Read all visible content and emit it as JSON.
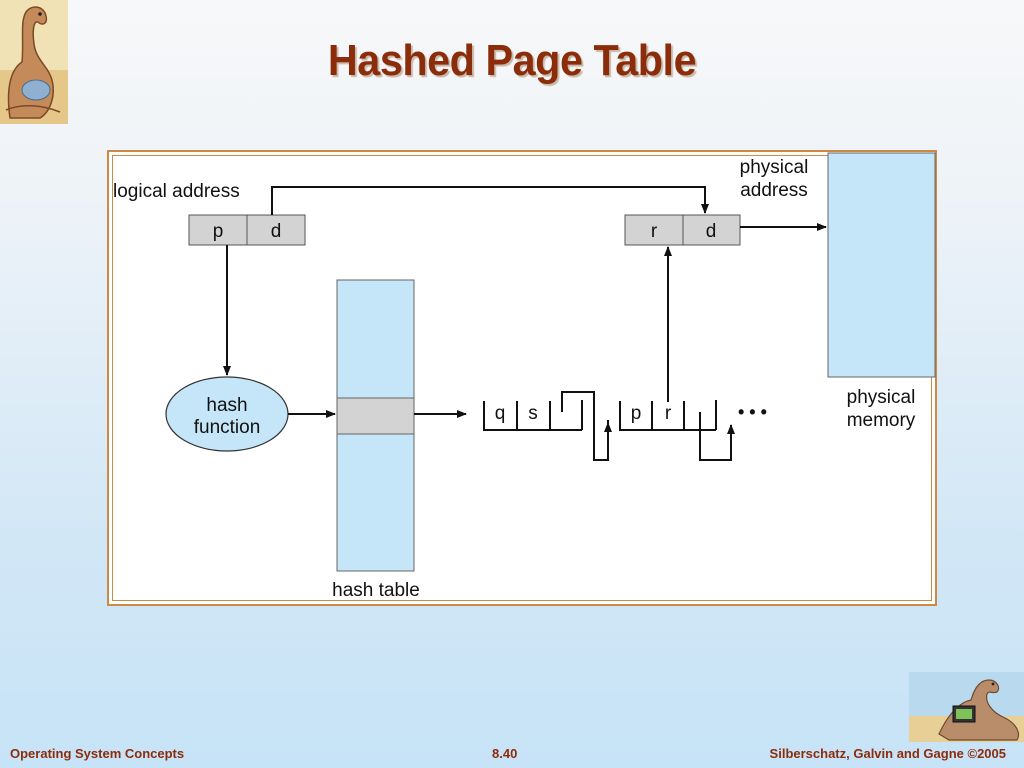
{
  "slide": {
    "title": "Hashed Page Table"
  },
  "diagram": {
    "logical_address_label": "logical address",
    "logical_fields": [
      "p",
      "d"
    ],
    "physical_address_label": [
      "physical",
      "address"
    ],
    "physical_fields": [
      "r",
      "d"
    ],
    "hash_function_label": [
      "hash",
      "function"
    ],
    "hash_table_label": "hash table",
    "chain_node_1": [
      "q",
      "s"
    ],
    "chain_node_2": [
      "p",
      "r"
    ],
    "ellipsis": "• • •",
    "physical_memory_label": [
      "physical",
      "memory"
    ]
  },
  "footer": {
    "left": "Operating System Concepts",
    "center": "8.40",
    "right": "Silberschatz, Galvin and Gagne ©2005"
  },
  "colors": {
    "title": "#8b2c0a",
    "frame_border": "#cc8a44",
    "light_blue": "#c5e6f8",
    "gray_box": "#d3d3d3"
  }
}
